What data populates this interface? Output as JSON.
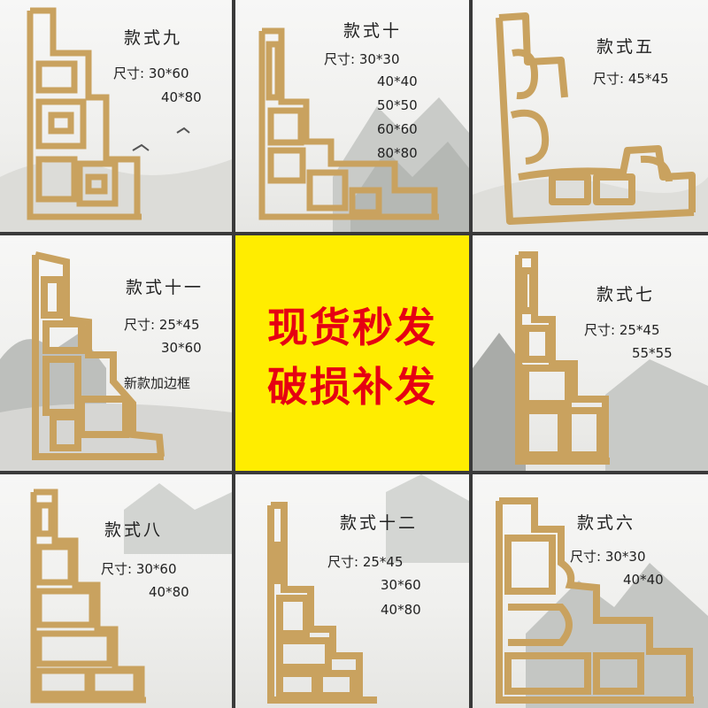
{
  "cells": {
    "c1": {
      "title": "款式九",
      "lines": [
        "尺寸: 30*60",
        "40*80"
      ]
    },
    "c2": {
      "title": "款式十",
      "lines": [
        "尺寸: 30*30",
        "40*40",
        "50*50",
        "60*60",
        "80*80"
      ]
    },
    "c3": {
      "title": "款式五",
      "lines": [
        "尺寸: 45*45"
      ]
    },
    "c4": {
      "title": "款式十一",
      "lines": [
        "尺寸: 25*45",
        "30*60",
        "新款加边框"
      ]
    },
    "c5": {
      "lines": [
        "现货秒发",
        "破损补发"
      ]
    },
    "c6": {
      "title": "款式七",
      "lines": [
        "尺寸: 25*45",
        "55*55"
      ]
    },
    "c7": {
      "title": "款式八",
      "lines": [
        "尺寸: 30*60",
        "40*80"
      ]
    },
    "c8": {
      "title": "款式十二",
      "lines": [
        "尺寸: 25*45",
        "30*60",
        "40*80"
      ]
    },
    "c9": {
      "title": "款式六",
      "lines": [
        "尺寸: 30*30",
        "40*40"
      ]
    }
  },
  "colors": {
    "wood": "#c9a25f",
    "wood_dark": "#9b763c",
    "promo_bg": "#ffed00",
    "promo_text": "#e60012"
  }
}
